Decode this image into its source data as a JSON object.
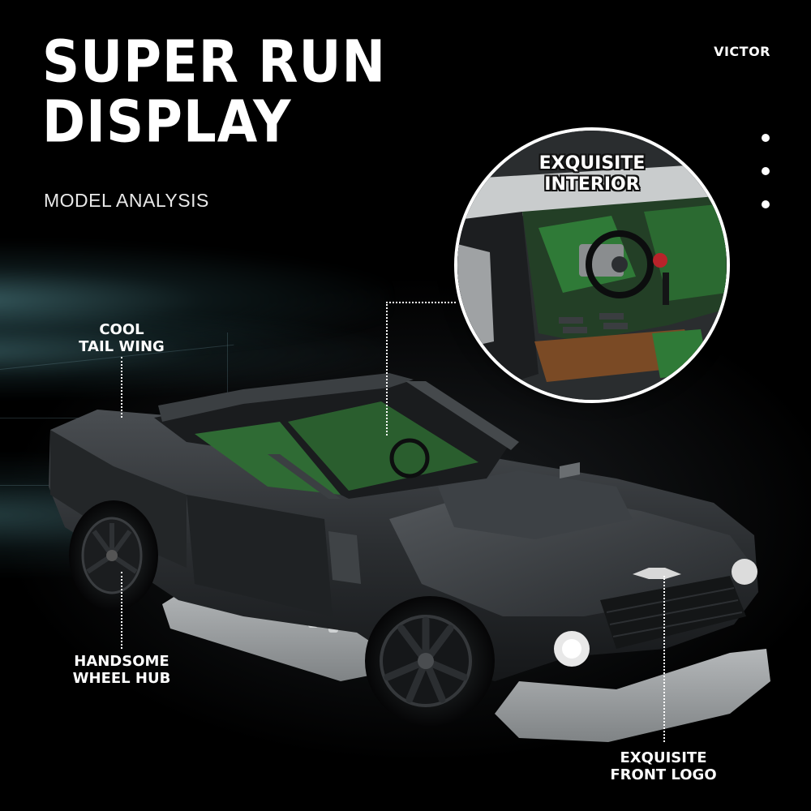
{
  "headline": {
    "line1": "SUPER RUN",
    "line2": "DISPLAY"
  },
  "subheading": "MODEL ANALYSIS",
  "brand": "VICTOR",
  "inset": {
    "label_line1": "EXQUISITE",
    "label_line2": "INTERIOR"
  },
  "callouts": {
    "tail_wing": {
      "line1": "COOL",
      "line2": "TAIL WING"
    },
    "wheel_hub": {
      "line1": "HANDSOME",
      "line2": "WHEEL HUB"
    },
    "front_logo": {
      "line1": "EXQUISITE",
      "line2": "FRONT LOGO"
    }
  },
  "colors": {
    "background": "#000000",
    "car_body": "#2b2e31",
    "interior_green": "#2f6b34",
    "baseplate": "#9a9d9f"
  }
}
